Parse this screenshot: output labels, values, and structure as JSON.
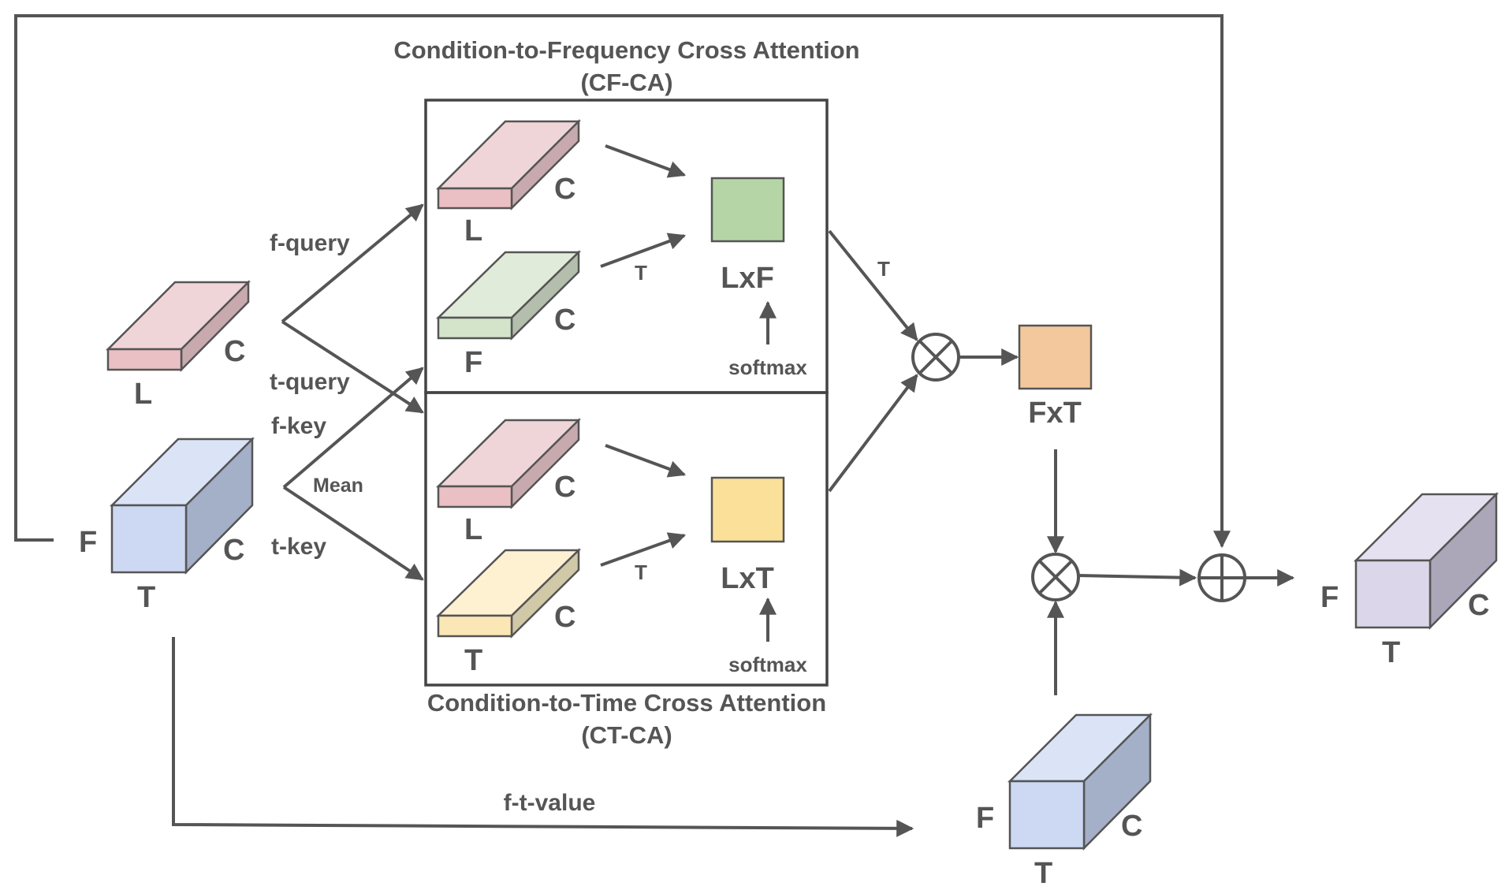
{
  "titles": {
    "cf_title": "Condition-to-Frequency Cross Attention",
    "cf_abbr": "(CF-CA)",
    "ct_title": "Condition-to-Time Cross Attention",
    "ct_abbr": "(CT-CA)"
  },
  "branch_labels": {
    "f_query": "f-query",
    "t_query": "t-query",
    "f_key": "f-key",
    "mean": "Mean",
    "t_key": "t-key",
    "value": "f-t-value"
  },
  "tensors": {
    "condition": {
      "depth": "C",
      "length": "L"
    },
    "input": {
      "freq": "F",
      "depth": "C",
      "time": "T"
    },
    "cf_query": {
      "depth": "C",
      "length": "L"
    },
    "cf_key": {
      "depth": "C",
      "length": "F"
    },
    "ct_query": {
      "depth": "C",
      "length": "L"
    },
    "ct_key": {
      "depth": "C",
      "length": "T"
    },
    "value": {
      "freq": "F",
      "depth": "C",
      "time": "T"
    },
    "output": {
      "freq": "F",
      "depth": "C",
      "time": "T"
    }
  },
  "attention_maps": {
    "cf_map": "LxF",
    "ct_map": "LxT",
    "fused_map": "FxT",
    "softmax": "softmax",
    "transpose": "T"
  },
  "colors": {
    "pink": "#f0d5d8",
    "green": "#e0ebd9",
    "yellow": "#fdf1d2",
    "blue": "#cdd9f3",
    "purple": "#dcd6ea",
    "map_green": "#b6d5a6",
    "map_yellow": "#fbe09a",
    "map_orange": "#f3c89d",
    "line": "#555555"
  }
}
